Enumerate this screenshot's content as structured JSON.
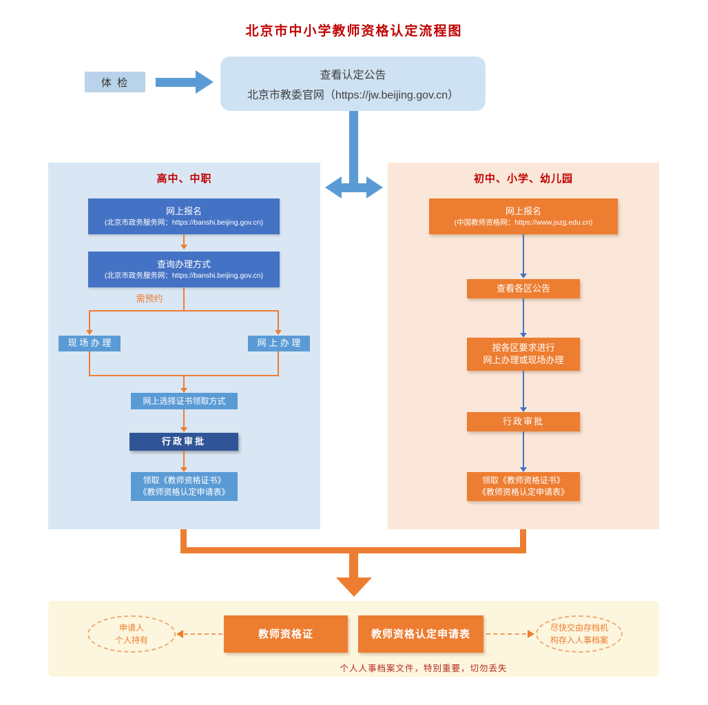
{
  "title": "北京市中小学教师资格认定流程图",
  "colors": {
    "title_red": "#c00000",
    "flow_blue": "#5b9bd5",
    "box_blue": "#4472c4",
    "box_dark_blue": "#2f5597",
    "box_light_blue": "#5b9bd5",
    "orange": "#ed7d31",
    "left_panel_bg": "#d9e7f5",
    "right_panel_bg": "#fbe7d9",
    "bottom_panel_bg": "#fdf6de"
  },
  "top": {
    "physical_exam": "体 检",
    "notice_line1": "查看认定公告",
    "notice_line2": "北京市教委官网（https://jw.beijing.gov.cn）"
  },
  "left_panel": {
    "title": "高中、中职",
    "register_line1": "网上报名",
    "register_line2": "(北京市政务服务网：https://banshi.beijing.gov.cn)",
    "query_line1": "查询办理方式",
    "query_line2": "(北京市政务服务网：https://banshi.beijing.gov.cn)",
    "reservation_note": "需预约",
    "onsite": "现 场 办 理",
    "online": "网 上 办 理",
    "choose_method": "网上选择证书领取方式",
    "approval": "行政审批",
    "receive_line1": "领取《教师资格证书》",
    "receive_line2": "《教师资格认定申请表》"
  },
  "right_panel": {
    "title": "初中、小学、幼儿园",
    "register_line1": "网上报名",
    "register_line2": "(中国教师资格网：https://www.jszg.edu.cn)",
    "district_notice": "查看各区公告",
    "handle_line1": "按各区要求进行",
    "handle_line2": "网上办理或现场办理",
    "approval": "行政审批",
    "receive_line1": "领取《教师资格证书》",
    "receive_line2": "《教师资格认定申请表》"
  },
  "bottom_panel": {
    "holder_line1": "申请人",
    "holder_line2": "个人持有",
    "certificate": "教师资格证",
    "application_form": "教师资格认定申请表",
    "archive_line1": "尽快交由存档机",
    "archive_line2": "构存入人事档案",
    "note": "个人人事档案文件，特别重要，切勿丢失"
  }
}
